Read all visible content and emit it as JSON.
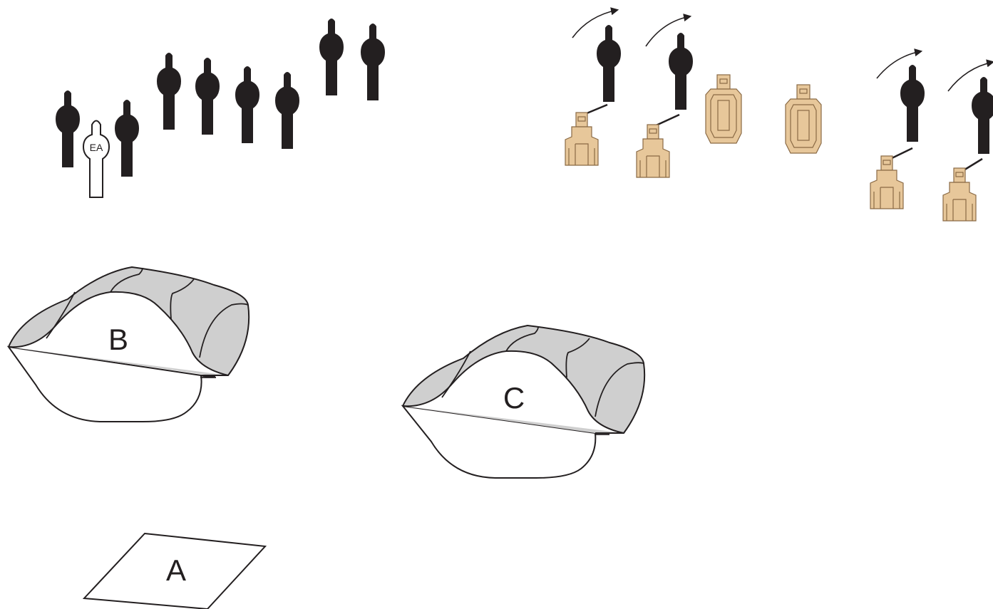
{
  "labels": {
    "area_b": "B",
    "area_c": "C",
    "area_a": "A",
    "ea_target": "EA"
  },
  "colors": {
    "silhouette": "#231f20",
    "hill_shade": "#cfcfcf",
    "paper_target": "#e7c79a",
    "paper_target_stroke": "#8a6a45",
    "outline": "#231f20"
  },
  "icons": {
    "silhouette_target": "person-silhouette-icon",
    "empty_target": "outline-silhouette-icon",
    "paper_target": "paper-target-icon",
    "rotation_arrow": "curved-arrow-icon"
  }
}
